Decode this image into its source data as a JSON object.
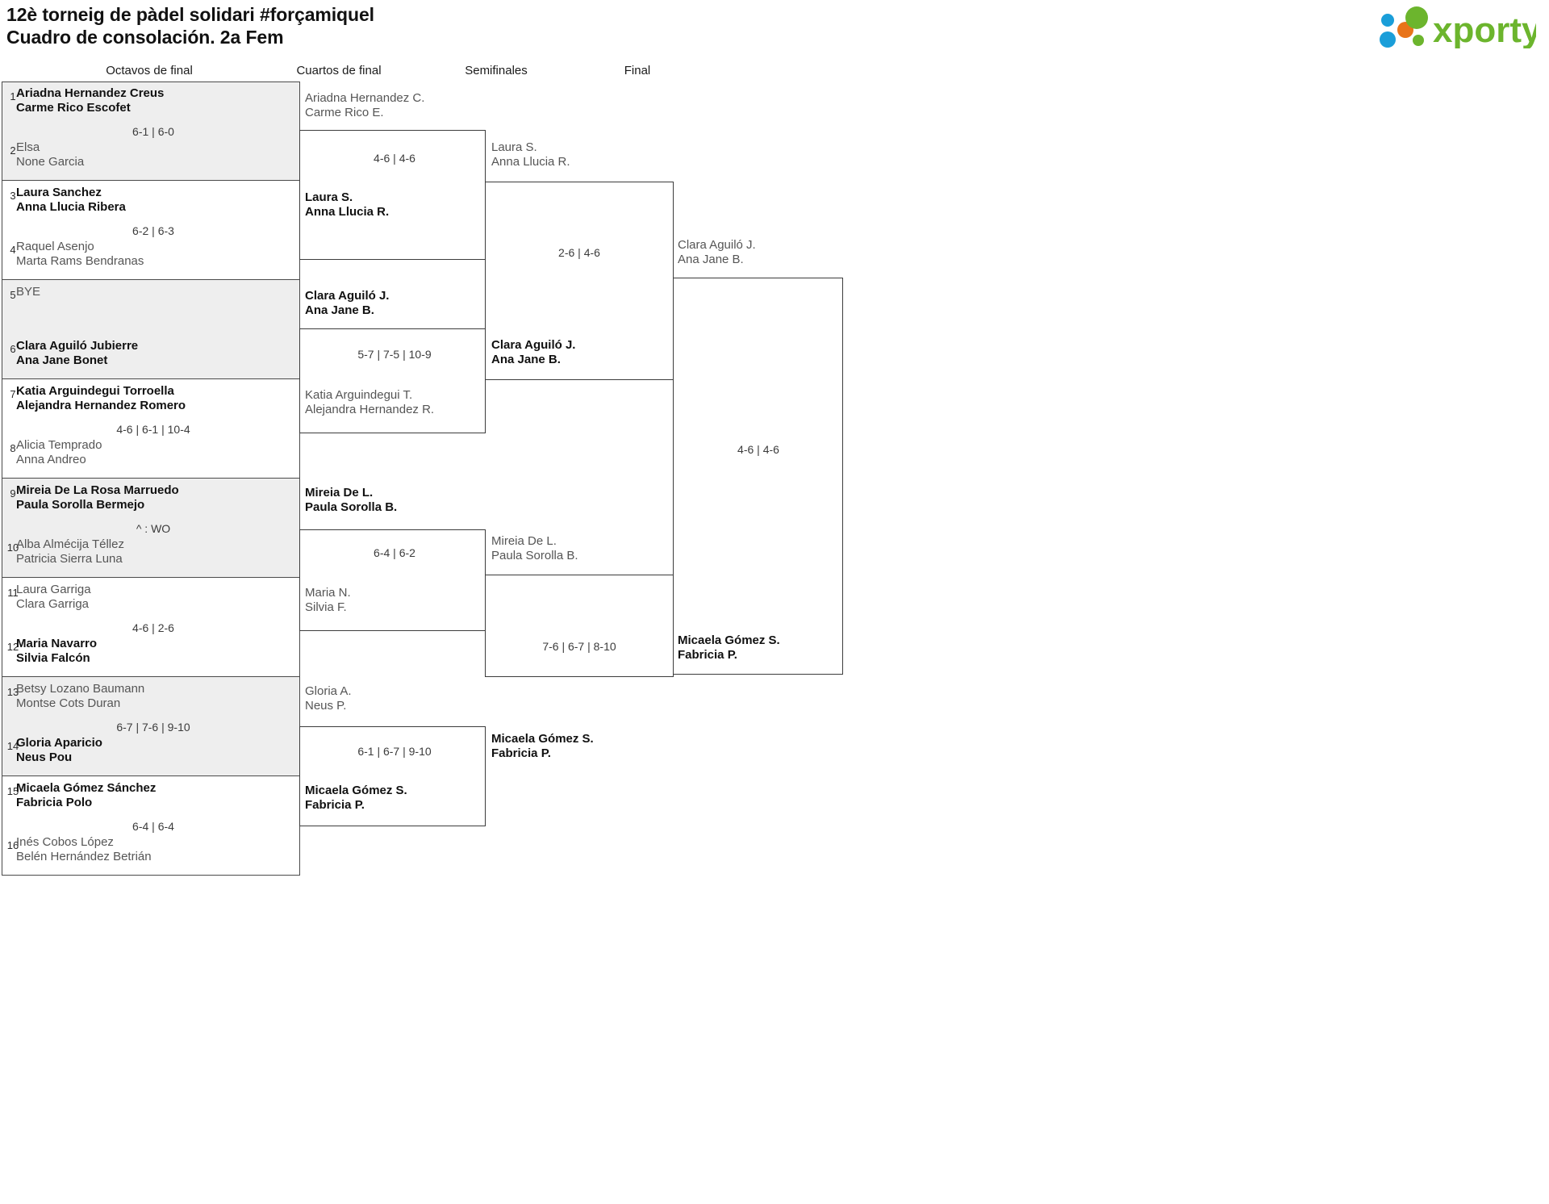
{
  "header": {
    "title_line1": "12è torneig de pàdel solidari #forçamiquel",
    "title_line2": "Cuadro de consolación. 2a Fem",
    "logo_text": "xporty",
    "logo_colors": {
      "green": "#6cb52d",
      "blue": "#1a9ed9",
      "orange": "#e8741a"
    }
  },
  "rounds": [
    {
      "key": "r16",
      "label": "Octavos de final"
    },
    {
      "key": "qf",
      "label": "Cuartos de final"
    },
    {
      "key": "sf",
      "label": "Semifinales"
    },
    {
      "key": "f",
      "label": "Final"
    }
  ],
  "r16": {
    "entries": [
      {
        "seed": "1",
        "line1": "Ariadna Hernandez Creus",
        "line2": "Carme Rico Escofet",
        "winner": true
      },
      {
        "seed": "2",
        "line1": "Elsa",
        "line2": "None Garcia",
        "winner": false
      },
      {
        "seed": "3",
        "line1": "Laura Sanchez",
        "line2": "Anna Llucia Ribera",
        "winner": true
      },
      {
        "seed": "4",
        "line1": "Raquel Asenjo",
        "line2": "Marta Rams Bendranas",
        "winner": false
      },
      {
        "seed": "5",
        "line1": "BYE",
        "line2": "",
        "winner": false
      },
      {
        "seed": "6",
        "line1": "Clara Aguiló Jubierre",
        "line2": "Ana Jane Bonet",
        "winner": true
      },
      {
        "seed": "7",
        "line1": "Katia Arguindegui Torroella",
        "line2": "Alejandra Hernandez Romero",
        "winner": true
      },
      {
        "seed": "8",
        "line1": "Alicia Temprado",
        "line2": "Anna Andreo",
        "winner": false
      },
      {
        "seed": "9",
        "line1": "Mireia De La Rosa Marruedo",
        "line2": "Paula Sorolla Bermejo",
        "winner": true
      },
      {
        "seed": "10",
        "line1": "Alba Almécija Téllez",
        "line2": "Patricia Sierra Luna",
        "winner": false
      },
      {
        "seed": "11",
        "line1": "Laura Garriga",
        "line2": "Clara Garriga",
        "winner": false
      },
      {
        "seed": "12",
        "line1": "Maria Navarro",
        "line2": "Silvia Falcón",
        "winner": true
      },
      {
        "seed": "13",
        "line1": "Betsy Lozano Baumann",
        "line2": "Montse Cots Duran",
        "winner": false
      },
      {
        "seed": "14",
        "line1": "Gloria Aparicio",
        "line2": "Neus Pou",
        "winner": true
      },
      {
        "seed": "15",
        "line1": "Micaela Gómez Sánchez",
        "line2": "Fabricia Polo",
        "winner": true
      },
      {
        "seed": "16",
        "line1": "Inés Cobos López",
        "line2": "Belén Hernández Betrián",
        "winner": false
      }
    ],
    "scores": [
      "6-1 | 6-0",
      "6-2 | 6-3",
      "",
      "4-6 | 6-1 | 10-4",
      "^ : WO",
      "4-6 | 2-6",
      "6-7 | 7-6 | 9-10",
      "6-4 | 6-4"
    ]
  },
  "qf": {
    "matches": [
      {
        "score": "4-6 | 4-6",
        "top": {
          "line1": "Ariadna Hernandez C.",
          "line2": "Carme Rico E.",
          "winner": false
        },
        "bottom": {
          "line1": "Laura S.",
          "line2": "Anna Llucia R.",
          "winner": true
        }
      },
      {
        "score": "5-7 | 7-5 | 10-9",
        "top": {
          "line1": "Clara Aguiló J.",
          "line2": "Ana Jane B.",
          "winner": true
        },
        "bottom": {
          "line1": "Katia Arguindegui T.",
          "line2": "Alejandra Hernandez R.",
          "winner": false
        }
      },
      {
        "score": "6-4 | 6-2",
        "top": {
          "line1": "Mireia De L.",
          "line2": "Paula Sorolla B.",
          "winner": true
        },
        "bottom": {
          "line1": "Maria N.",
          "line2": "Silvia F.",
          "winner": false
        }
      },
      {
        "score": "6-1 | 6-7 | 9-10",
        "top": {
          "line1": "Gloria A.",
          "line2": "Neus P.",
          "winner": false
        },
        "bottom": {
          "line1": "Micaela Gómez S.",
          "line2": "Fabricia P.",
          "winner": true
        }
      }
    ]
  },
  "sf": {
    "matches": [
      {
        "score": "2-6 | 4-6",
        "top": {
          "line1": "Laura S.",
          "line2": "Anna Llucia R.",
          "winner": false
        },
        "bottom": {
          "line1": "Clara Aguiló J.",
          "line2": "Ana Jane B.",
          "winner": true
        }
      },
      {
        "score": "7-6 | 6-7 | 8-10",
        "top": {
          "line1": "Mireia De L.",
          "line2": "Paula Sorolla B.",
          "winner": false
        },
        "bottom": {
          "line1": "Micaela Gómez S.",
          "line2": "Fabricia P.",
          "winner": true
        }
      }
    ]
  },
  "final": {
    "match": {
      "score": "4-6 | 4-6",
      "top": {
        "line1": "Clara Aguiló J.",
        "line2": "Ana Jane B.",
        "winner": false
      },
      "bottom": {
        "line1": "Micaela Gómez S.",
        "line2": "Fabricia P.",
        "winner": true
      }
    }
  }
}
